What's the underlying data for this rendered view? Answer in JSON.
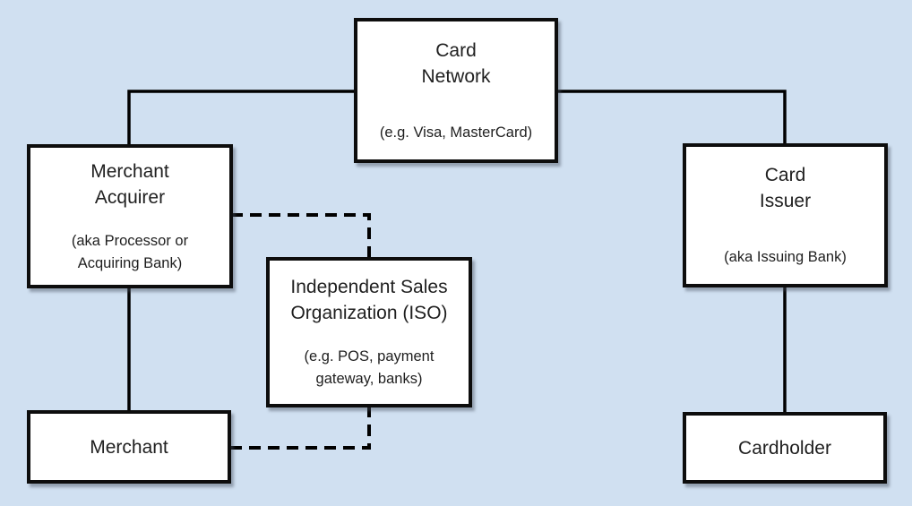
{
  "colors": {
    "background": "#d0e0f1",
    "node_fill": "#ffffff",
    "node_border": "#0d0d0d",
    "connector": "#000000",
    "text": "#1f1f1f"
  },
  "nodes": {
    "card_network": {
      "title": "Card\nNetwork",
      "subtitle": "(e.g. Visa, MasterCard)"
    },
    "merchant_acquirer": {
      "title": "Merchant\nAcquirer",
      "subtitle": "(aka Processor or\nAcquiring Bank)"
    },
    "card_issuer": {
      "title": "Card\nIssuer",
      "subtitle": "(aka Issuing Bank)"
    },
    "iso": {
      "title": "Independent Sales\nOrganization (ISO)",
      "subtitle": "(e.g. POS, payment\ngateway, banks)"
    },
    "merchant": {
      "title": "Merchant"
    },
    "cardholder": {
      "title": "Cardholder"
    }
  },
  "connectors": [
    {
      "from": "card_network",
      "to": "merchant_acquirer",
      "style": "solid"
    },
    {
      "from": "card_network",
      "to": "card_issuer",
      "style": "solid"
    },
    {
      "from": "merchant_acquirer",
      "to": "merchant",
      "style": "solid"
    },
    {
      "from": "card_issuer",
      "to": "cardholder",
      "style": "solid"
    },
    {
      "from": "merchant_acquirer",
      "to": "iso",
      "style": "dashed"
    },
    {
      "from": "merchant",
      "to": "iso",
      "style": "dashed"
    }
  ]
}
